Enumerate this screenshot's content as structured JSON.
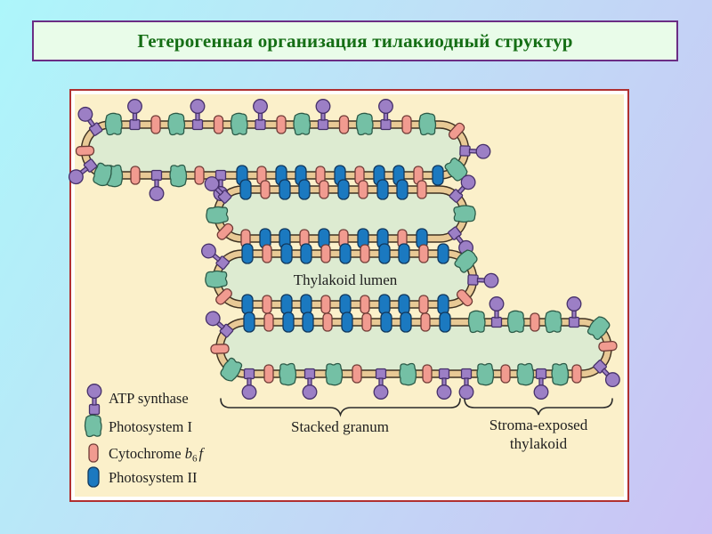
{
  "slide_title": "Гетерогенная организация тилакиодный структур",
  "diagram": {
    "lumen_label": "Thylakoid lumen",
    "stacked_granum_label": "Stacked granum",
    "stroma_exposed_line1": "Stroma-exposed",
    "stroma_exposed_line2": "thylakoid",
    "legend": {
      "atp_synthase": "ATP synthase",
      "photosystem_i": "Photosystem I",
      "cytochrome_prefix": "Cytochrome ",
      "cytochrome_b": "b",
      "cytochrome_sub": "6",
      "cytochrome_f": "f",
      "photosystem_ii": "Photosystem II"
    },
    "colors": {
      "atp_synthase": "#9c7fc5",
      "photosystem_i": "#74c0a5",
      "cytochrome_b6f": "#f19b90",
      "photosystem_ii": "#1b79c0",
      "membrane": "#e8c995",
      "membrane_outline": "#3f3222",
      "lumen": "#ddebd1",
      "panel_background": "#fbf0ca",
      "panel_border": "#b03030",
      "title_text": "#156e15",
      "title_border": "#6b2d84",
      "title_background": "#e9fce9"
    }
  }
}
